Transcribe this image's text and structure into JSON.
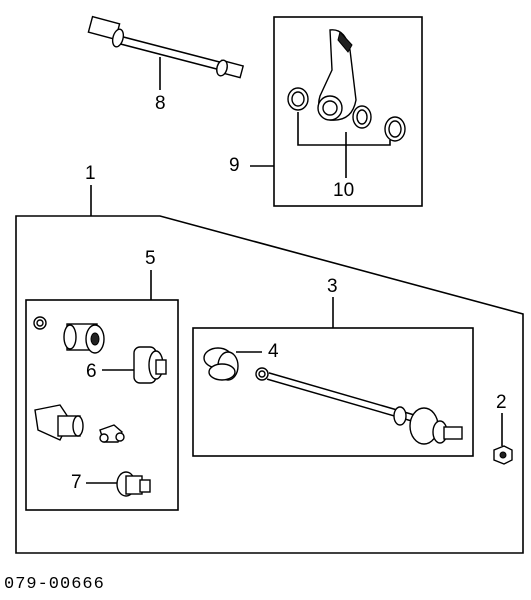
{
  "callouts": {
    "c1": "1",
    "c2": "2",
    "c3": "3",
    "c4": "4",
    "c5": "5",
    "c6": "6",
    "c7": "7",
    "c8": "8",
    "c9": "9",
    "c10": "10"
  },
  "footer_code": "079-00666"
}
